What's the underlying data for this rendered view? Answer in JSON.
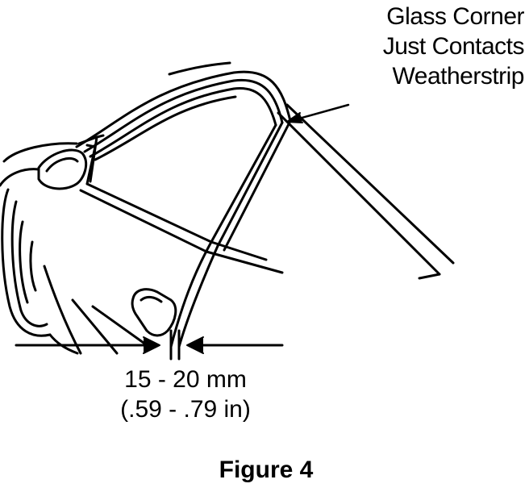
{
  "callout": {
    "line1": "Glass Corner",
    "line2": "Just Contacts",
    "line3": "Weatherstrip"
  },
  "dimension": {
    "metric": "15 - 20 mm",
    "imperial": "(.59 - .79 in)"
  },
  "caption": "Figure 4",
  "colors": {
    "ink": "#000000",
    "paper": "#ffffff"
  }
}
